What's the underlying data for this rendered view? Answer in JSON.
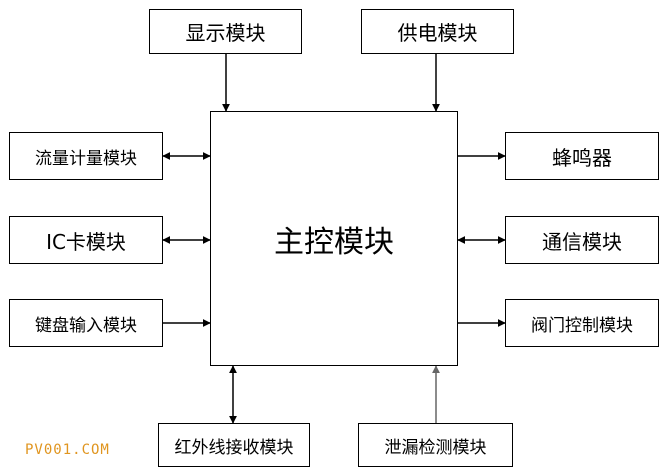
{
  "diagram": {
    "center": {
      "label": "主控模块"
    },
    "top": [
      {
        "id": "display",
        "label": "显示模块",
        "link": "to-center"
      },
      {
        "id": "power",
        "label": "供电模块",
        "link": "to-center"
      }
    ],
    "left": [
      {
        "id": "flow",
        "label": "流量计量模块",
        "link": "bidirectional"
      },
      {
        "id": "ic",
        "label": "IC卡模块",
        "link": "bidirectional"
      },
      {
        "id": "keyboard",
        "label": "键盘输入模块",
        "link": "to-center"
      }
    ],
    "right": [
      {
        "id": "buzzer",
        "label": "蜂鸣器",
        "link": "from-center"
      },
      {
        "id": "comm",
        "label": "通信模块",
        "link": "bidirectional"
      },
      {
        "id": "valve",
        "label": "阀门控制模块",
        "link": "from-center"
      }
    ],
    "bottom": [
      {
        "id": "infrared",
        "label": "红外线接收模块",
        "link": "bidirectional"
      },
      {
        "id": "leak",
        "label": "泄漏检测模块",
        "link": "to-center"
      }
    ]
  },
  "watermark": "PV001.COM",
  "colors": {
    "line": "#000000",
    "leak_line": "#666666",
    "watermark": "#e0951f",
    "background": "#ffffff"
  }
}
